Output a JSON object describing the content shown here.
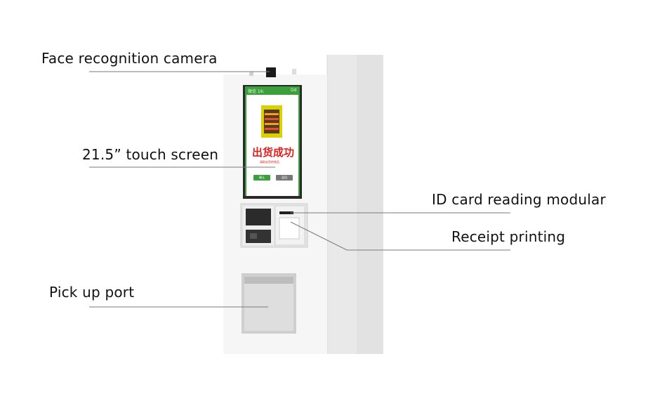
{
  "labels": {
    "camera": "Face recognition camera",
    "screen": "21.5”   touch screen",
    "id_card": "ID card reading modular",
    "receipt": "Receipt printing",
    "pickup": "Pick up port"
  },
  "screen": {
    "status_left": "微信 16:",
    "status_right": "Dd",
    "title": "出货成功",
    "subtitle": "请取走您的商品",
    "btn_confirm": "确认",
    "btn_back": "返回"
  },
  "colors": {
    "screen_green": "#3aa13a",
    "title_red": "#e02020",
    "kiosk_body": "#f4f4f4"
  }
}
